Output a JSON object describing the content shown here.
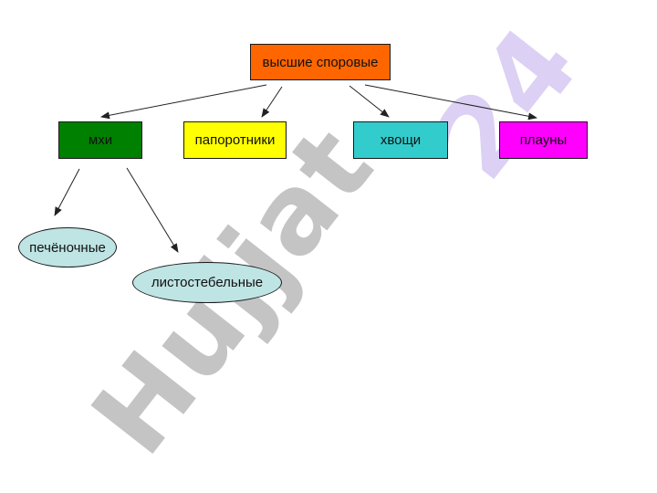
{
  "diagram": {
    "root": {
      "label": "высшие споровые",
      "color": "#ff6600"
    },
    "groups": [
      {
        "id": "mosses",
        "label": "мхи",
        "color": "#008000"
      },
      {
        "id": "ferns",
        "label": "папоротники",
        "color": "#ffff00"
      },
      {
        "id": "horsetails",
        "label": "хвощи",
        "color": "#33cccc"
      },
      {
        "id": "clubmosses",
        "label": "плауны",
        "color": "#ff00ff"
      }
    ],
    "subgroups": [
      {
        "id": "liverworts",
        "label": "печёночные",
        "color": "#bfe4e4"
      },
      {
        "id": "leafy",
        "label": "листостебельные",
        "color": "#bfe4e4"
      }
    ]
  },
  "watermark": {
    "text": "Hujjat",
    "number": "24"
  }
}
